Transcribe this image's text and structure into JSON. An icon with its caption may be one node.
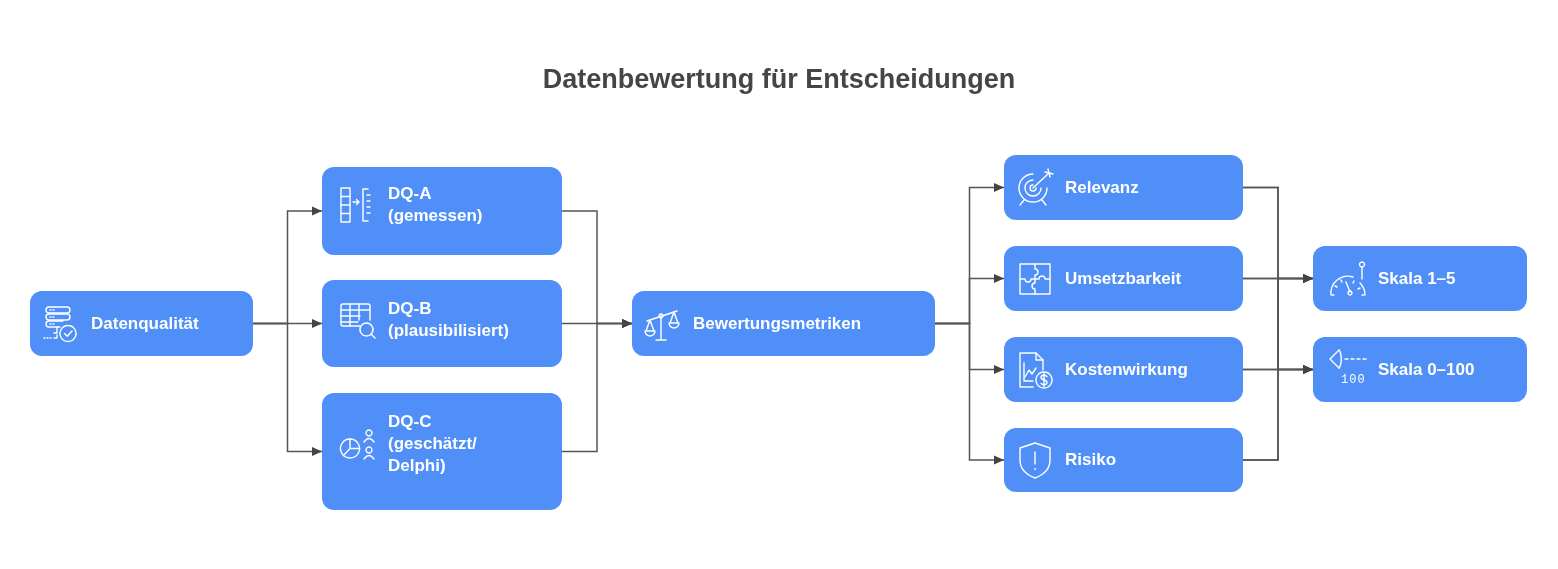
{
  "diagram": {
    "title": "Datenbewertung für Entscheidungen",
    "nodes": [
      {
        "text": [
          "Datenqualität"
        ]
      },
      {
        "text": [
          "DQ-A",
          "(gemessen)"
        ]
      },
      {
        "text": [
          "DQ-B",
          "(plausibilisiert)"
        ]
      },
      {
        "text": [
          "DQ-C",
          "(geschätzt/ Delphi)"
        ]
      },
      {
        "text": [
          "Bewertungsmetriken"
        ]
      },
      {
        "text": [
          "Relevanz"
        ]
      },
      {
        "text": [
          "Umsetzbarkeit"
        ]
      },
      {
        "text": [
          "Kostenwirkung"
        ]
      },
      {
        "text": [
          "Risiko"
        ]
      },
      {
        "text": [
          "Skala 1–5"
        ]
      },
      {
        "text": [
          "Skala 0–100"
        ]
      }
    ],
    "edges": [
      {
        "from": 0,
        "to": 1,
        "arrow": "to"
      },
      {
        "from": 0,
        "to": 2,
        "arrow": "to"
      },
      {
        "from": 0,
        "to": 3,
        "arrow": "to"
      },
      {
        "from": 1,
        "to": 4,
        "arrow": "to"
      },
      {
        "from": 2,
        "to": 4,
        "arrow": "to"
      },
      {
        "from": 3,
        "to": 4,
        "arrow": "to"
      },
      {
        "from": 4,
        "to": 5,
        "arrow": "to"
      },
      {
        "from": 4,
        "to": 6,
        "arrow": "to"
      },
      {
        "from": 4,
        "to": 7,
        "arrow": "to"
      },
      {
        "from": 4,
        "to": 8,
        "arrow": "to"
      },
      {
        "from": 5,
        "to": 9,
        "arrow": "to"
      },
      {
        "from": 5,
        "to": 10,
        "arrow": "to"
      },
      {
        "from": 6,
        "to": 9,
        "arrow": "to"
      },
      {
        "from": 6,
        "to": 10,
        "arrow": "to"
      },
      {
        "from": 7,
        "to": 9,
        "arrow": "to"
      },
      {
        "from": 7,
        "to": 10,
        "arrow": "to"
      },
      {
        "from": 8,
        "to": 9,
        "arrow": "to"
      },
      {
        "from": 8,
        "to": 10,
        "arrow": "to"
      }
    ],
    "labels": [
      "100"
    ]
  }
}
